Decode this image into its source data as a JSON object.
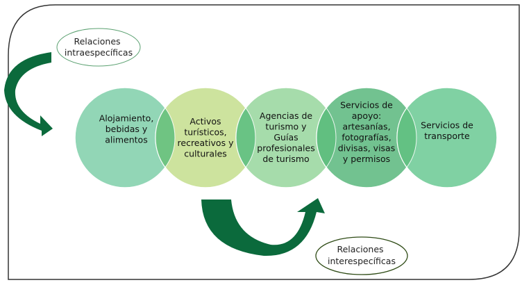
{
  "labels": {
    "intra": [
      "Relaciones",
      "intraespecíficas"
    ],
    "inter": [
      "Relaciones",
      "interespecíficas"
    ]
  },
  "circles": [
    {
      "lines": [
        "Alojamiento,",
        "bebidas y",
        "alimentos"
      ],
      "color": "#92d6b6"
    },
    {
      "lines": [
        "Activos",
        "turísticos,",
        "recreativos y",
        "culturales"
      ],
      "color": "#cde39e"
    },
    {
      "lines": [
        "Agencias de",
        "turismo y",
        "Guías",
        "profesionales",
        "de turismo"
      ],
      "color": "#a6dcab"
    },
    {
      "lines": [
        "Servicios de",
        "apoyo:",
        "artesanías,",
        "fotografías,",
        "divisas, visas",
        "y permisos"
      ],
      "color": "#72c290"
    },
    {
      "lines": [
        "Servicios de",
        "transporte"
      ],
      "color": "#80d1a3"
    }
  ],
  "colors": {
    "arrow": "#0b6a3c",
    "overlap": "#5fbf7e",
    "frame": "#333333"
  }
}
